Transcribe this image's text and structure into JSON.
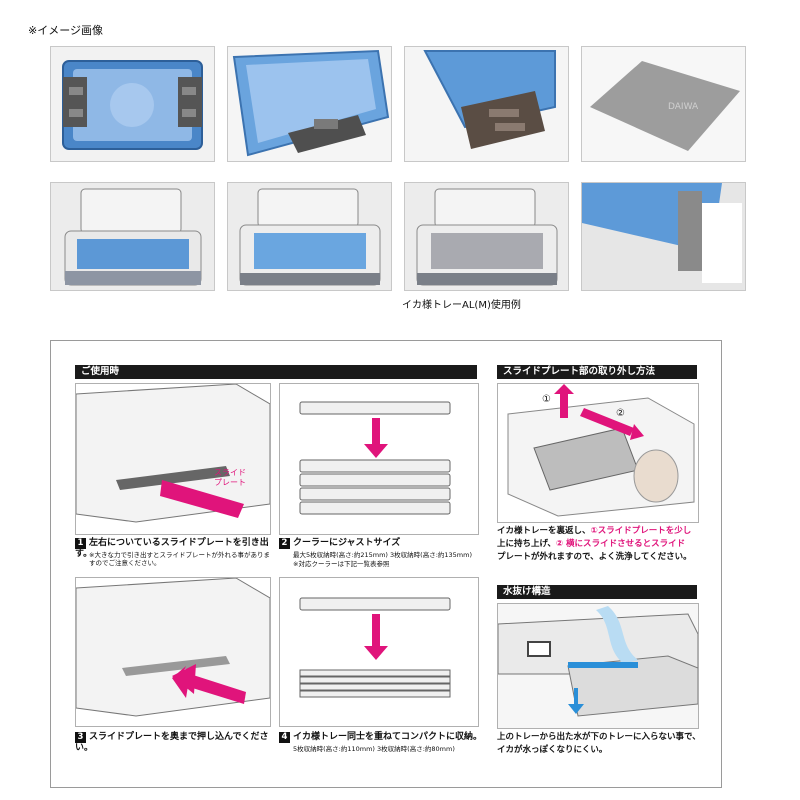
{
  "header_note": "※イメージ画像",
  "photo_caption": "イカ様トレーAL(M)使用例",
  "brand_mark": "DAIWA",
  "manual": {
    "usage": {
      "title": "ご使用時",
      "slide_label": "スライド\nプレート",
      "step1": {
        "num": "1",
        "text": "左右についているスライドプレートを引き出す。",
        "note": "※大きな力で引き出すとスライドプレートが外れる事がありますのでご注意ください。"
      },
      "step2": {
        "num": "2",
        "text": "クーラーにジャストサイズ",
        "note": "最大5枚収納時(高さ:約215mm) 3枚収納時(高さ:約135mm)",
        "note2": "※対応クーラーは下記一覧表参照"
      },
      "step3": {
        "num": "3",
        "text": "スライドプレートを奥まで押し込んでください。"
      },
      "step4": {
        "num": "4",
        "text": "イカ様トレー同士を重ねてコンパクトに収納。",
        "note": "5枚収納時(高さ:約110mm) 3枚収納時(高さ:約80mm)"
      }
    },
    "removal": {
      "title": "スライドプレート部の取り外し方法",
      "label1": "①",
      "label2": "②",
      "text_a": "イカ様トレーを裏返し、",
      "text_b": "①スライドプレートを少し",
      "text_c": "上に持ち上げ、",
      "text_d": "② 横にスライドさせるとスライド",
      "text_e": "プレートが外れますので、よく洗浄してください。"
    },
    "drain": {
      "title": "水抜け構造",
      "text_a": "上のトレーから出た水が下のトレーに入らない事で、",
      "text_b": "イカが水っぽくなりにくい。"
    }
  }
}
